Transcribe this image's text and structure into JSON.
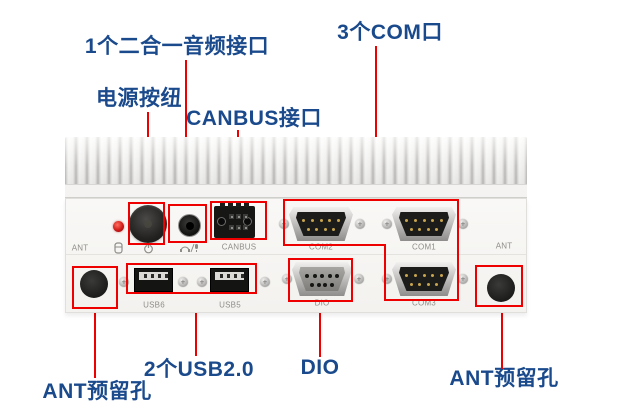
{
  "annotations": {
    "audio_combo": {
      "label": "1个二合一音频接口"
    },
    "com_ports": {
      "label": "3个COM口"
    },
    "power_button": {
      "label": "电源按纽"
    },
    "canbus": {
      "label": "CANBUS接口"
    },
    "usb": {
      "label": "2个USB2.0"
    },
    "dio": {
      "label": "DIO"
    },
    "ant_left": {
      "label": "ANT预留孔"
    },
    "ant_right": {
      "label": "ANT预留孔"
    }
  },
  "device": {
    "port_labels": {
      "ant_top": "ANT",
      "canbus": "CANBUS",
      "com2": "COM2",
      "com1": "COM1",
      "ant_side": "ANT",
      "usb6": "USB6",
      "usb5": "USB5",
      "dio": "DIO",
      "com3": "COM3"
    }
  },
  "colors": {
    "annotation_blue": "#1a4a8c",
    "callout_red": "#ee0000",
    "led_red": "#d01a18"
  }
}
